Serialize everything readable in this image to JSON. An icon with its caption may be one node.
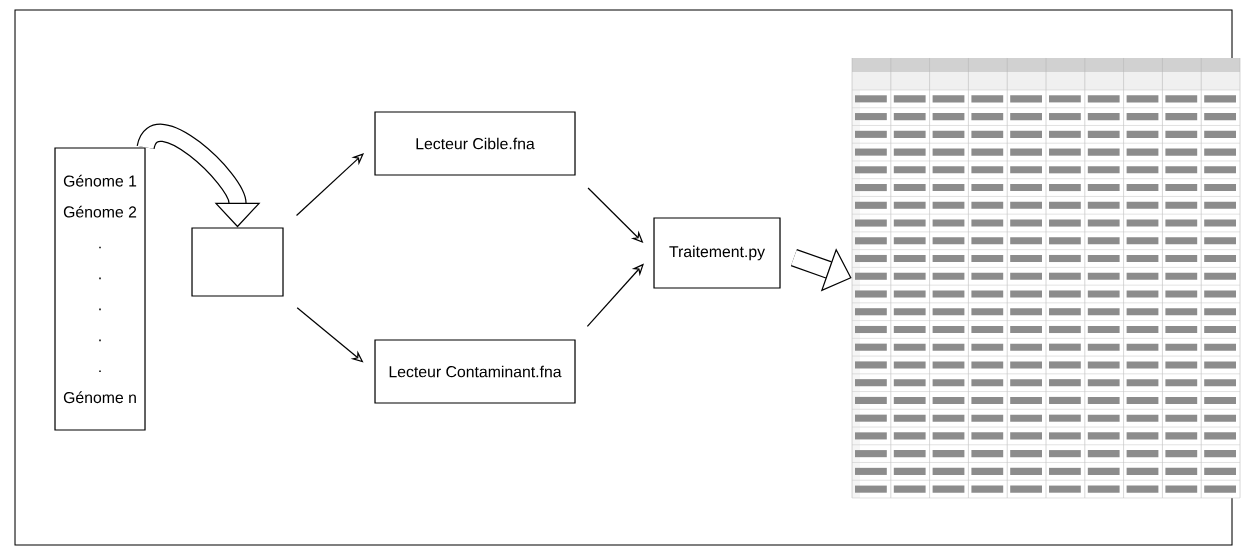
{
  "diagram": {
    "nodes": [
      {
        "text": [
          "Génome 1",
          "Génome 2",
          ".",
          ".",
          ".",
          ".",
          ".",
          "Génome n"
        ]
      },
      {
        "text": [],
        "shape": "box"
      },
      {
        "text": [
          "Lecteur Cible.fna"
        ]
      },
      {
        "text": [
          "Lecteur Contaminant.fna"
        ]
      },
      {
        "text": [
          "Traitement.py"
        ]
      },
      {
        "text": [],
        "shape": "picture"
      }
    ],
    "edges": [
      {
        "from": 0,
        "to": 1,
        "arrow": "to",
        "style": "thick"
      },
      {
        "from": 1,
        "to": 2,
        "arrow": "to"
      },
      {
        "from": 1,
        "to": 3,
        "arrow": "to"
      },
      {
        "from": 2,
        "to": 4,
        "arrow": "to"
      },
      {
        "from": 3,
        "to": 4,
        "arrow": "to"
      },
      {
        "from": 4,
        "to": 5,
        "arrow": "to",
        "style": "thick"
      }
    ]
  }
}
